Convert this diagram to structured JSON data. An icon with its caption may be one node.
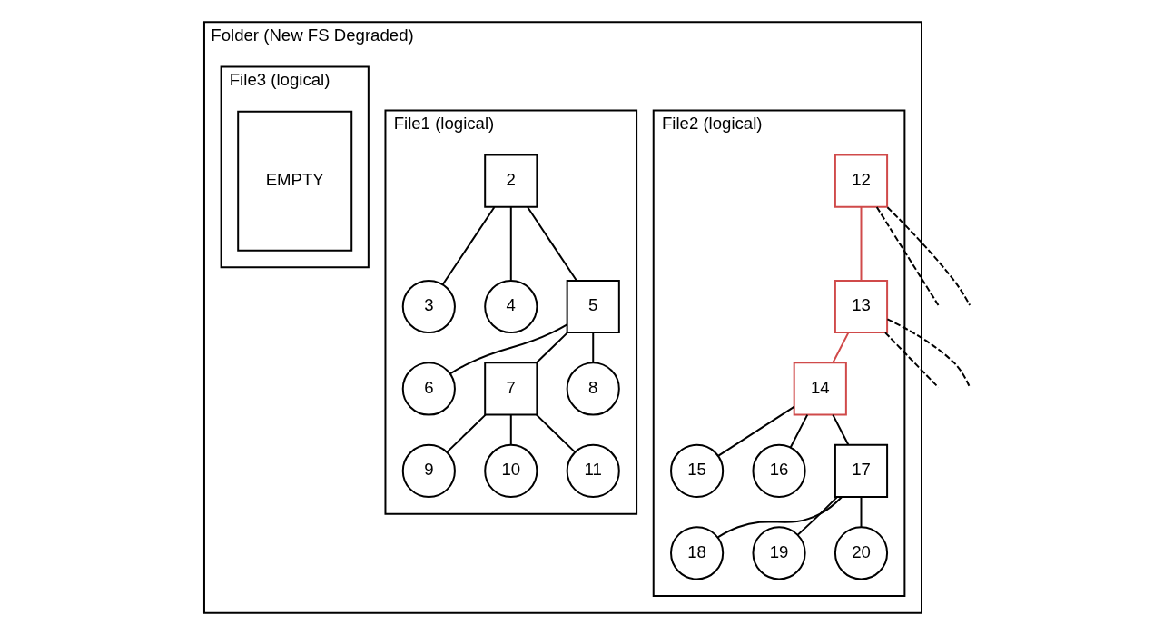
{
  "diagram": {
    "nodes": [
      {
        "text": [
          "Folder (New FS Degraded)"
        ]
      },
      {
        "text": [
          "File1 (logical)"
        ],
        "in": 0
      },
      {
        "text": [
          "2"
        ],
        "in": 1
      },
      {
        "text": [
          "3"
        ],
        "in": 1
      },
      {
        "text": [
          "4"
        ],
        "in": 1
      },
      {
        "text": [
          "5"
        ],
        "in": 1
      },
      {
        "text": [
          "6"
        ],
        "in": 1
      },
      {
        "text": [
          "7"
        ],
        "in": 1
      },
      {
        "text": [
          "8"
        ],
        "in": 1
      },
      {
        "text": [
          "9"
        ],
        "in": 1
      },
      {
        "text": [
          "10"
        ],
        "in": 1
      },
      {
        "text": [
          "11"
        ],
        "in": 1
      },
      {
        "text": [
          "File2 (logical)"
        ],
        "in": 0
      },
      {
        "text": [
          "12"
        ],
        "in": 12
      },
      {
        "text": [
          "13"
        ],
        "in": 12
      },
      {
        "text": [
          "14"
        ],
        "in": 12
      },
      {
        "text": [
          "15"
        ],
        "in": 12
      },
      {
        "text": [
          "16"
        ],
        "in": 12
      },
      {
        "text": [
          "17"
        ],
        "in": 12
      },
      {
        "text": [
          "18"
        ],
        "in": 12
      },
      {
        "text": [
          "19"
        ],
        "in": 12
      },
      {
        "text": [
          "20"
        ],
        "in": 12
      },
      {
        "text": [
          "File3 (logical)"
        ],
        "in": 0
      },
      {
        "text": [
          "EMPTY"
        ],
        "in": 22
      }
    ],
    "edges": [
      {
        "from": 2,
        "to": 3,
        "arrow": "none"
      },
      {
        "from": 2,
        "to": 4,
        "arrow": "none"
      },
      {
        "from": 2,
        "to": 5,
        "arrow": "none"
      },
      {
        "from": 5,
        "to": 6,
        "arrow": "none"
      },
      {
        "from": 5,
        "to": 7,
        "arrow": "none"
      },
      {
        "from": 5,
        "to": 8,
        "arrow": "none"
      },
      {
        "from": 7,
        "to": 9,
        "arrow": "none"
      },
      {
        "from": 7,
        "to": 10,
        "arrow": "none"
      },
      {
        "from": 7,
        "to": 11,
        "arrow": "none"
      },
      {
        "from": 13,
        "to": 14,
        "arrow": "none",
        "color": "#d04a4a"
      },
      {
        "from": 14,
        "to": 15,
        "arrow": "none",
        "color": "#d04a4a"
      },
      {
        "from": 15,
        "to": 16,
        "arrow": "none"
      },
      {
        "from": 15,
        "to": 17,
        "arrow": "none"
      },
      {
        "from": 15,
        "to": 18,
        "arrow": "none"
      },
      {
        "from": 18,
        "to": 19,
        "arrow": "none"
      },
      {
        "from": 18,
        "to": 20,
        "arrow": "none"
      },
      {
        "from": 18,
        "to": 21,
        "arrow": "none"
      },
      {
        "from": 13,
        "to": null,
        "arrow": "none",
        "style": "dashed"
      },
      {
        "from": 13,
        "to": null,
        "arrow": "none",
        "style": "dashed"
      },
      {
        "from": 14,
        "to": null,
        "arrow": "none",
        "style": "dashed"
      },
      {
        "from": 14,
        "to": null,
        "arrow": "none",
        "style": "dashed"
      }
    ]
  }
}
